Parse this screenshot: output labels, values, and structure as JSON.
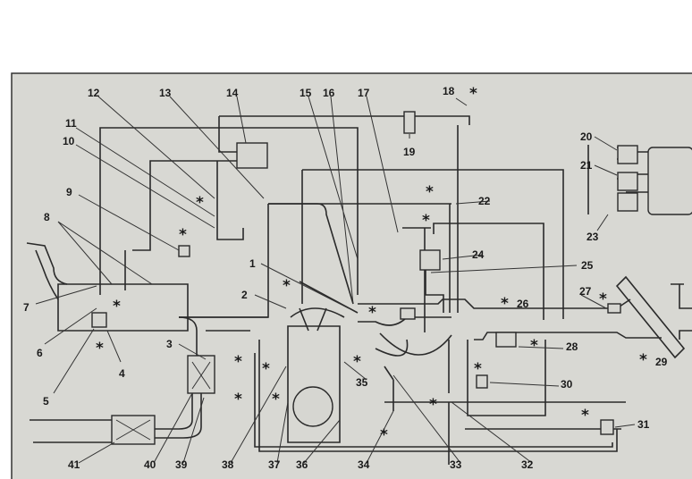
{
  "diagram": {
    "labels": [
      "1",
      "2",
      "3",
      "4",
      "5",
      "6",
      "7",
      "8",
      "9",
      "10",
      "11",
      "12",
      "13",
      "14",
      "15",
      "16",
      "17",
      "18",
      "19",
      "20",
      "21",
      "22",
      "23",
      "24",
      "25",
      "26",
      "27",
      "28",
      "29",
      "30",
      "31",
      "32",
      "33",
      "34",
      "35",
      "36",
      "37",
      "38",
      "39",
      "40",
      "41"
    ],
    "marker_symbol": "*",
    "colors": {
      "background": "#d8d8d3",
      "ink": "#2a2a2a"
    }
  }
}
